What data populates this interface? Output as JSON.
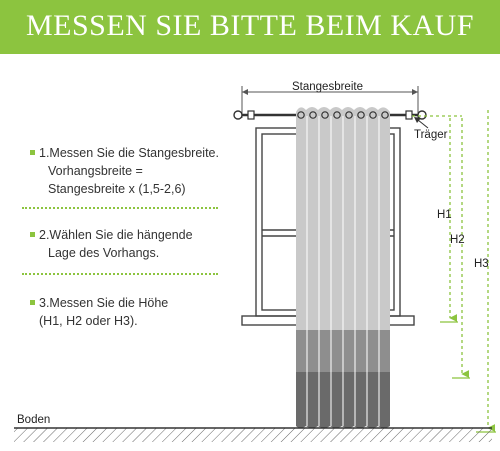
{
  "header": {
    "title": "MESSEN SIE BITTE BEIM KAUF"
  },
  "steps": [
    {
      "lines": [
        "1.Messen Sie die Stangesbreite.",
        "Vorhangsbreite =",
        "Stangesbreite x (1,5-2,6)"
      ]
    },
    {
      "lines": [
        "2.Wählen Sie die hängende",
        "Lage des Vorhangs."
      ]
    },
    {
      "lines": [
        "3.Messen Sie die Höhe",
        "(H1, H2 oder H3)."
      ]
    }
  ],
  "diagram": {
    "rod_width_label": "Stangesbreite",
    "bracket_label": "Träger",
    "h1_label": "H1",
    "h2_label": "H2",
    "h3_label": "H3",
    "floor_label": "Boden",
    "colors": {
      "accent": "#8cc43f",
      "curtain_top": "#c9c9c9",
      "curtain_middle": "#8e8e8e",
      "curtain_bottom": "#6a6a6a",
      "lines": "#555555"
    }
  }
}
